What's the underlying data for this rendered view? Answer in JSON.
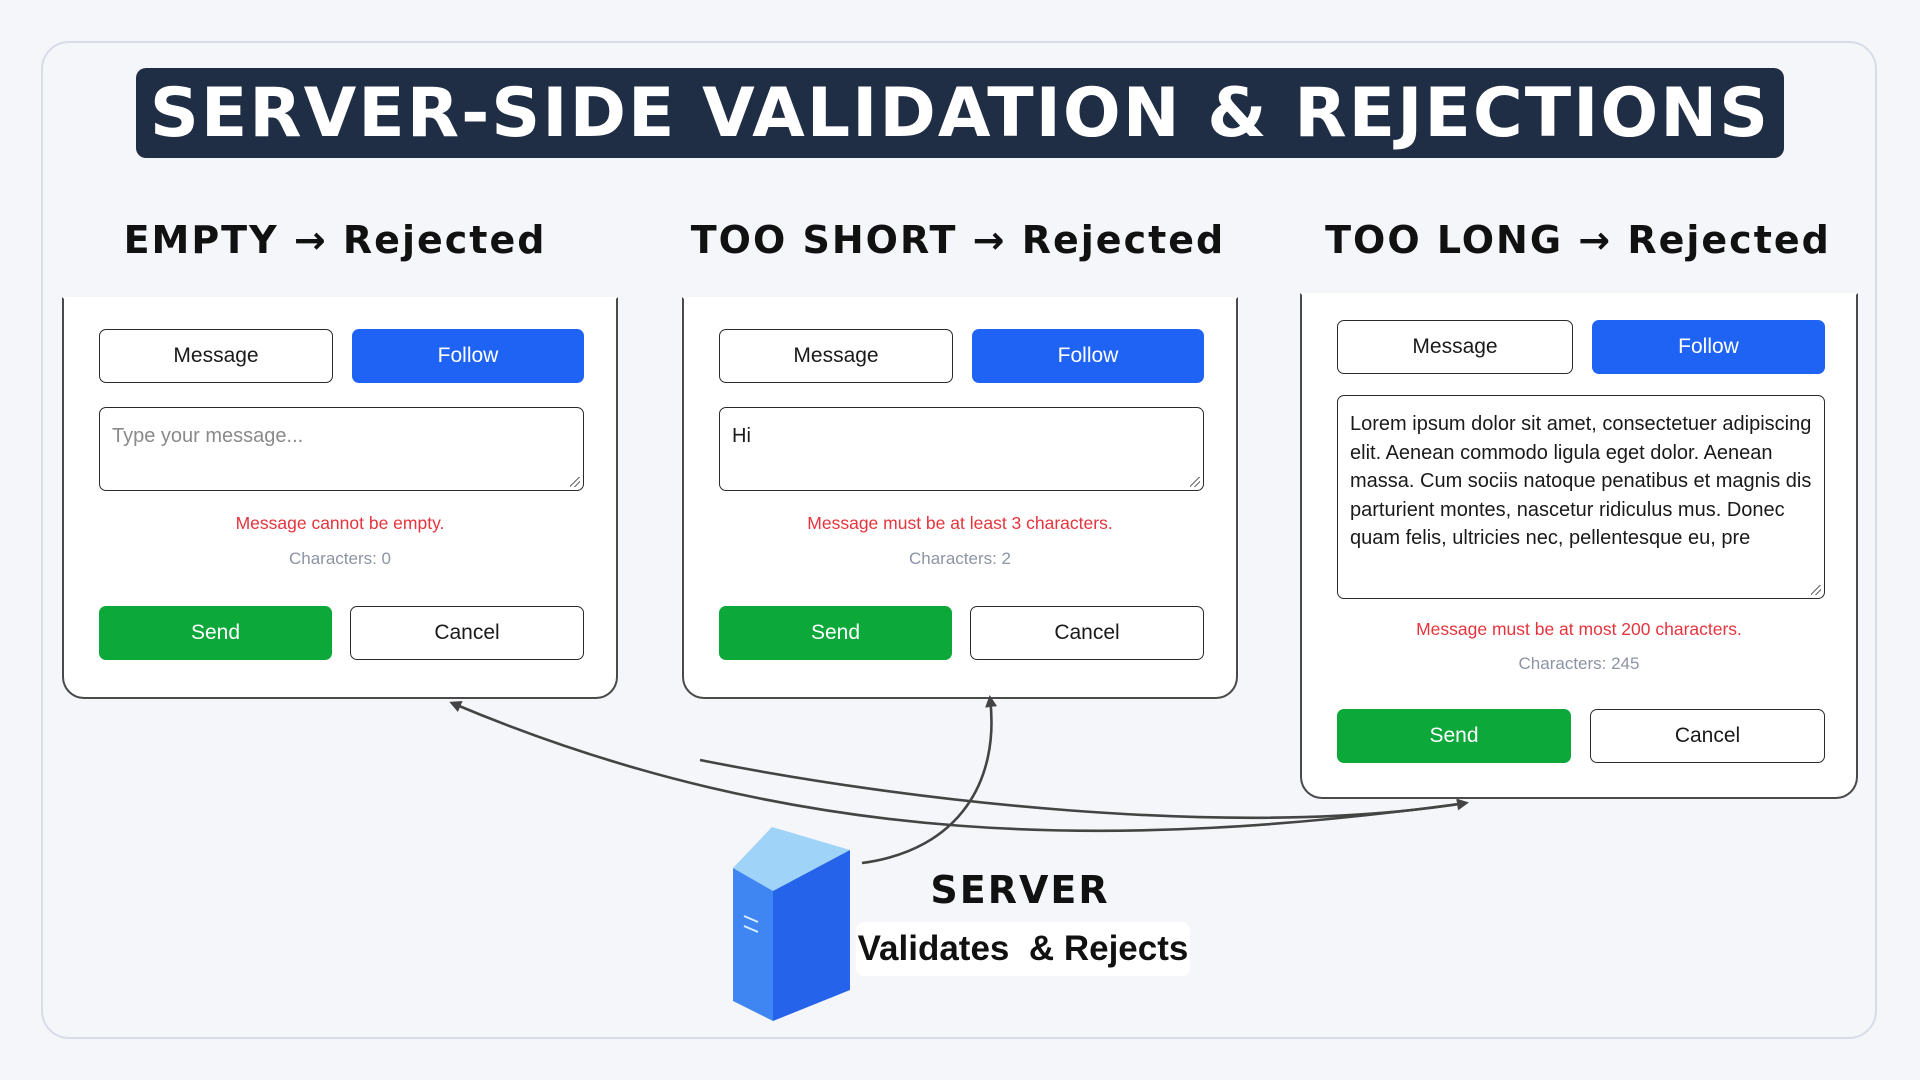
{
  "title": "SERVER-SIDE VALIDATION & REJECTIONS",
  "columns": [
    {
      "heading": "EMPTY → Rejected",
      "message_label": "Message",
      "follow_label": "Follow",
      "textarea_value": "",
      "textarea_placeholder": "Type your message...",
      "error": "Message cannot be empty.",
      "counter": "Characters: 0",
      "send_label": "Send",
      "cancel_label": "Cancel"
    },
    {
      "heading": "TOO SHORT → Rejected",
      "message_label": "Message",
      "follow_label": "Follow",
      "textarea_value": "Hi",
      "textarea_placeholder": "",
      "error": "Message must be at least 3 characters.",
      "counter": "Characters: 2",
      "send_label": "Send",
      "cancel_label": "Cancel"
    },
    {
      "heading": "TOO LONG → Rejected",
      "message_label": "Message",
      "follow_label": "Follow",
      "textarea_value": "Lorem ipsum dolor sit amet, consectetuer adipiscing elit. Aenean commodo ligula eget dolor. Aenean massa. Cum sociis natoque penatibus et magnis dis parturient montes, nascetur ridiculus mus. Donec quam felis, ultricies nec, pellentesque eu, pre",
      "textarea_placeholder": "",
      "error": "Message must be at most 200 characters.",
      "counter": "Characters: 245",
      "send_label": "Send",
      "cancel_label": "Cancel"
    }
  ],
  "server": {
    "label": "SERVER",
    "sublabel": "Validates  & Rejects",
    "icon": "server-icon"
  },
  "colors": {
    "title_bg": "#1f2e45",
    "follow_blue": "#1f63f5",
    "send_green": "#0ca83a",
    "error_red": "#e5343d",
    "counter_gray": "#8c94a3",
    "server_blue": "#2563eb",
    "server_top": "#9fd3f7"
  }
}
